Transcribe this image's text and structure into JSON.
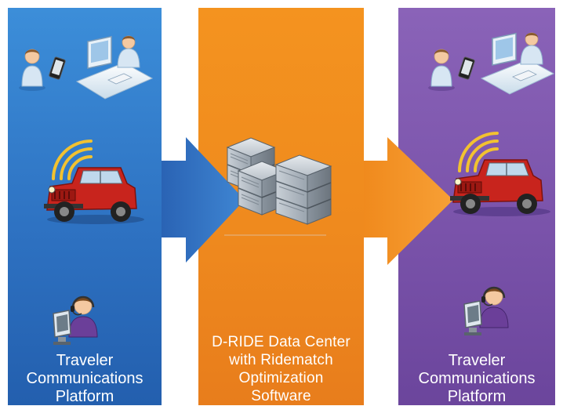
{
  "left_column": {
    "caption": [
      "Traveler",
      "Communications",
      "Platform"
    ],
    "color": "#2e72c2"
  },
  "center_column": {
    "caption": [
      "D-RIDE Data Center",
      "with Ridematch",
      "Optimization",
      "Software"
    ],
    "color": "#ef8a1e"
  },
  "right_column": {
    "caption": [
      "Traveler",
      "Communications",
      "Platform"
    ],
    "color": "#7a53aa"
  },
  "icons": [
    "person-with-phone-icon",
    "desktop-user-icon",
    "jeep-with-signal-icon",
    "call-center-agent-icon",
    "server-rack-icon",
    "arrow-right-icon"
  ]
}
